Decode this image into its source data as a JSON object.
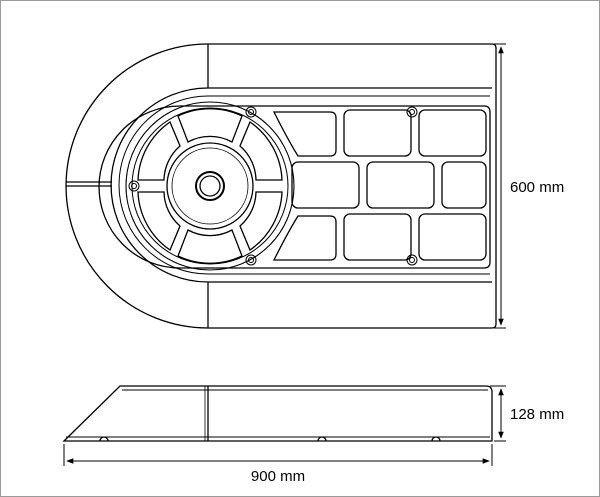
{
  "dimensions": {
    "height_label": "600 mm",
    "thickness_label": "128 mm",
    "length_label": "900 mm"
  },
  "colors": {
    "line": "#000000",
    "border": "#9a9a9a",
    "background": "#ffffff"
  }
}
